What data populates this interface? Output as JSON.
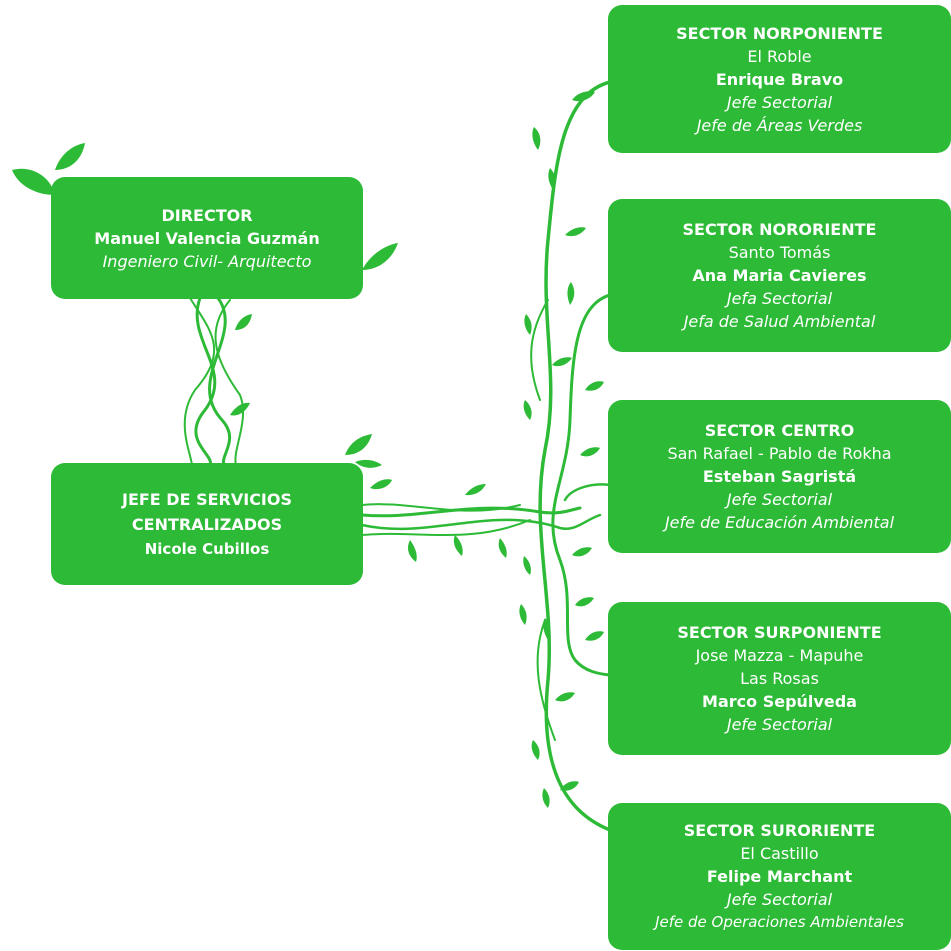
{
  "colors": {
    "box": "#2dba36",
    "vine": "#2dba36",
    "text": "#ffffff"
  },
  "director": {
    "title": "DIRECTOR",
    "name": "Manuel Valencia Guzmán",
    "role": "Ingeniero Civil- Arquitecto"
  },
  "jefe": {
    "title_line1": "JEFE DE SERVICIOS",
    "title_line2": "CENTRALIZADOS",
    "name": "Nicole Cubillos"
  },
  "sectors": [
    {
      "title": "SECTOR NORPONIENTE",
      "area": "El Roble",
      "name": "Enrique Bravo",
      "role": "Jefe Sectorial",
      "role2": "Jefe de Áreas Verdes"
    },
    {
      "title": "SECTOR NORORIENTE",
      "area": "Santo Tomás",
      "name": "Ana Maria Cavieres",
      "role": "Jefa Sectorial",
      "role2": "Jefa de Salud Ambiental"
    },
    {
      "title": "SECTOR CENTRO",
      "area": "San Rafael - Pablo de Rokha",
      "name": "Esteban Sagristá",
      "role": "Jefe Sectorial",
      "role2": "Jefe de Educación Ambiental"
    },
    {
      "title": "SECTOR SURPONIENTE",
      "area": "Jose Mazza - Mapuhe",
      "area2": "Las Rosas",
      "name": "Marco Sepúlveda",
      "role": "Jefe Sectorial"
    },
    {
      "title": "SECTOR SURORIENTE",
      "area": "El Castillo",
      "name": "Felipe Marchant",
      "role": "Jefe Sectorial",
      "role2": "Jefe de Operaciones Ambientales"
    }
  ]
}
